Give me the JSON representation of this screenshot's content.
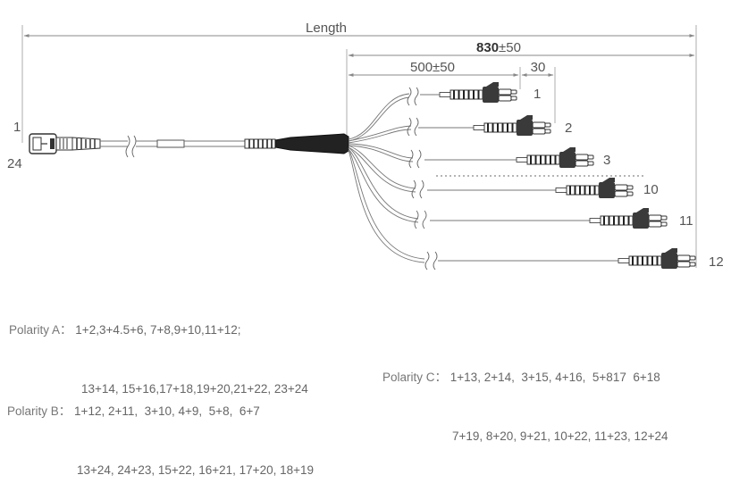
{
  "dimensions": {
    "length_label": "Length",
    "total_bold": "830",
    "total_tol": "±50",
    "breakout": "500±50",
    "stagger": "30"
  },
  "ports": {
    "left_top": "1",
    "left_bottom": "24",
    "legs": [
      "1",
      "2",
      "3",
      "10",
      "11",
      "12"
    ]
  },
  "polarity": {
    "a": {
      "label": "Polarity A：",
      "line1": "1+2,3+4.5+6, 7+8,9+10,11+12;",
      "line2": "13+14, 15+16,17+18,19+20,21+22, 23+24"
    },
    "b": {
      "label": "Polarity B：",
      "line1": "1+12, 2+11,  3+10, 4+9,  5+8,  6+7",
      "line2": "13+24, 24+23, 15+22, 16+21, 17+20, 18+19"
    },
    "c": {
      "label": "Polarity C：",
      "line1": "1+13, 2+14,  3+15, 4+16,  5+817  6+18",
      "line2": "7+19, 8+20, 9+21, 10+22, 11+23, 12+24"
    }
  },
  "colors": {
    "line": "#8a8a8a",
    "connector_dark": "#3a3a3a",
    "boot": "#222222"
  }
}
